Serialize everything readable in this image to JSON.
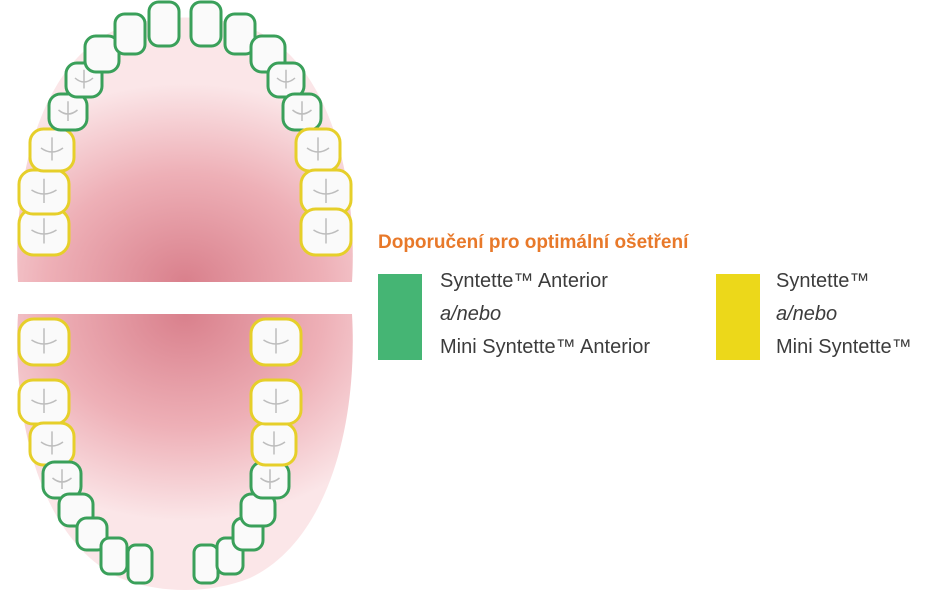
{
  "legend": {
    "title": "Doporučení pro optimální ošetření",
    "items": [
      {
        "color": "#45b574",
        "line1": "Syntette™ Anterior",
        "conjunction": "a/nebo",
        "line3": "Mini Syntette™ Anterior"
      },
      {
        "color": "#ecd81a",
        "line1": "Syntette™",
        "conjunction": "a/nebo",
        "line3": "Mini Syntette™"
      }
    ]
  },
  "colors": {
    "green_outline": "#3aa05a",
    "yellow_outline": "#e6cf2a",
    "gum_pink": "#e8a6ae",
    "gum_light": "#fbe4e6",
    "tooth_fill": "#fafafa"
  },
  "upper_arch_outlines": [
    "yellow",
    "yellow",
    "yellow",
    "green",
    "green",
    "green",
    "green",
    "green",
    "green",
    "green",
    "green",
    "green",
    "green",
    "yellow",
    "yellow",
    "yellow"
  ],
  "lower_arch_outlines": [
    "yellow",
    "yellow",
    "yellow",
    "green",
    "green",
    "green",
    "green",
    "green",
    "green",
    "green",
    "green",
    "green",
    "green",
    "yellow",
    "yellow",
    "yellow"
  ]
}
